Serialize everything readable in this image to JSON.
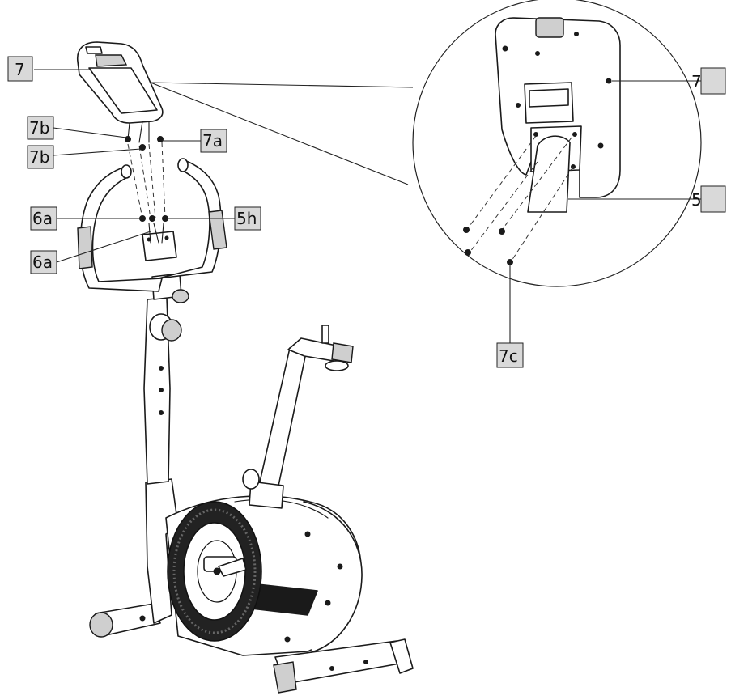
{
  "callouts": {
    "c7_console": "7",
    "c7b_upper": "7b",
    "c7b_lower": "7b",
    "c7a": "7a",
    "c6a_upper": "6a",
    "c6a_lower": "6a",
    "c5h": "5h",
    "c7_detail": "7",
    "c5_detail": "5",
    "c7c_detail": "7c"
  }
}
